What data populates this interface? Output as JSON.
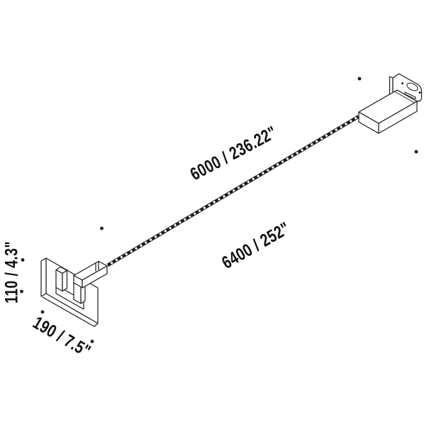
{
  "canvas": {
    "background": "#ffffff",
    "line_color": "#1a1a1a"
  },
  "dimensions": {
    "cable_length": "6000 / 236.22\"",
    "overall_length": "6400 / 252\"",
    "bracket_height": "110 / 4.3\"",
    "bracket_depth": "190 / 7.5\""
  }
}
